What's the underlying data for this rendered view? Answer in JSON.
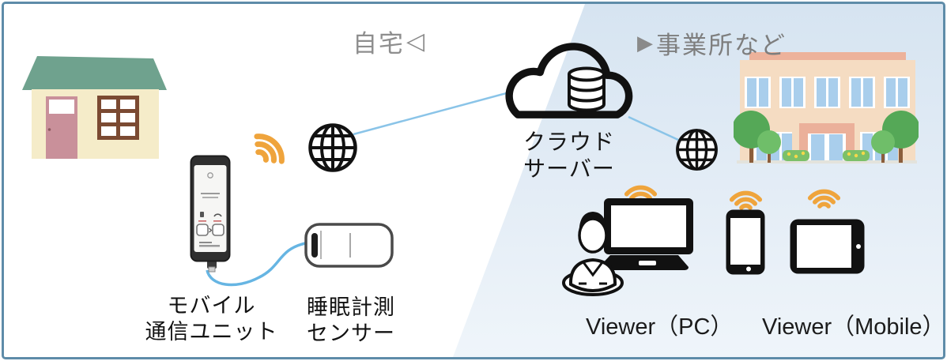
{
  "zones": {
    "home": {
      "label": "自宅",
      "marker": "◁"
    },
    "office": {
      "label": "事業所など",
      "marker": "▶"
    }
  },
  "cloud": {
    "line1": "クラウド",
    "line2": "サーバー"
  },
  "devices": {
    "mobile_unit": {
      "line1": "モバイル",
      "line2": "通信ユニット"
    },
    "sleep_sensor": {
      "line1": "睡眠計測",
      "line2": "センサー"
    }
  },
  "viewers": {
    "pc": "Viewer（PC）",
    "mobile": "Viewer（Mobile）"
  },
  "icons": [
    "house-icon",
    "wifi-icon",
    "globe-icon",
    "cloud-icon",
    "database-icon",
    "office-building-icon",
    "person-icon",
    "laptop-icon",
    "smartphone-icon",
    "tablet-icon",
    "mobile-unit-icon",
    "sleep-sensor-icon"
  ],
  "colors": {
    "frame_border": "#5E8CA9",
    "office_zone_bg": "#DCE8F4",
    "wifi_orange": "#EFA43C",
    "link_blue": "#8AC4E8",
    "cable_blue": "#66B5E3",
    "icon_black": "#111111",
    "zone_label_gray": "#8E8E8E",
    "house_roof": "#6FA28E",
    "house_wall": "#F5ECC9",
    "house_door": "#C9909A",
    "house_window_frame": "#7B4A32",
    "building_wall": "#F5DCC2",
    "building_trim": "#EDB29B",
    "building_window": "#A9CEEC",
    "tree_green": "#55A857"
  },
  "connections": [
    {
      "from": "home-globe",
      "to": "cloud-server"
    },
    {
      "from": "cloud-server",
      "to": "office-globe"
    },
    {
      "from": "mobile-unit",
      "to": "sleep-sensor"
    }
  ]
}
